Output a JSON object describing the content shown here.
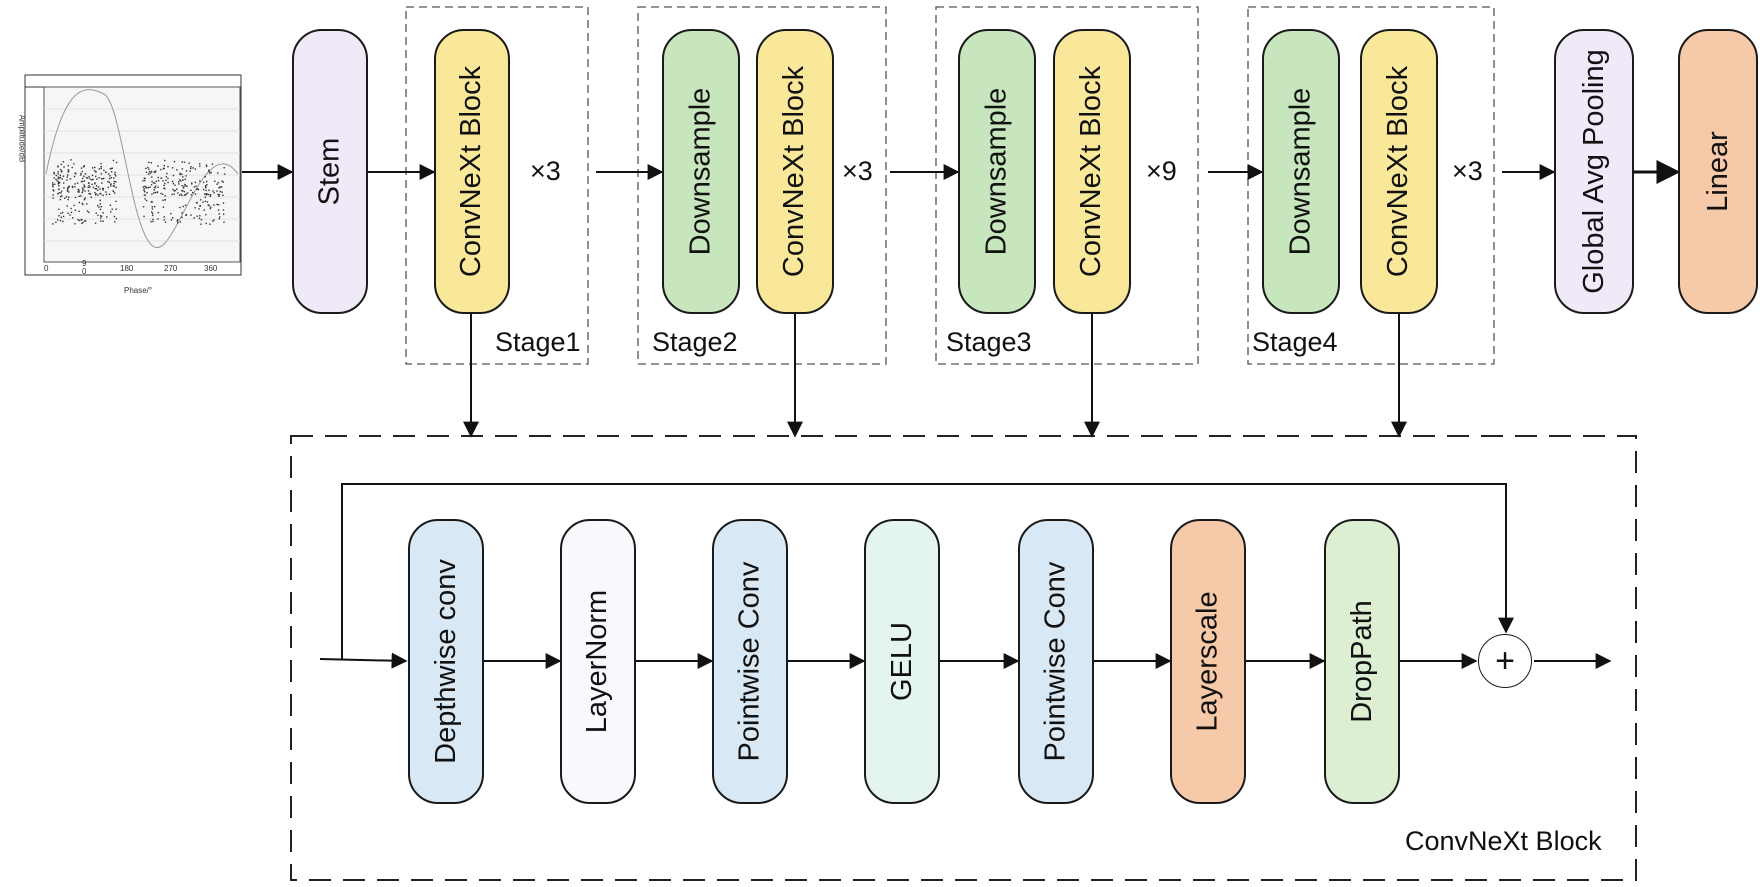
{
  "top_row": {
    "stem": "Stem",
    "stage1": {
      "label": "Stage1",
      "block": "ConvNeXt Block",
      "repeat": "×3"
    },
    "stage2": {
      "label": "Stage2",
      "downsample": "Downsample",
      "block": "ConvNeXt Block",
      "repeat": "×3"
    },
    "stage3": {
      "label": "Stage3",
      "downsample": "Downsample",
      "block": "ConvNeXt Block",
      "repeat": "×9"
    },
    "stage4": {
      "label": "Stage4",
      "downsample": "Downsample",
      "block": "ConvNeXt Block",
      "repeat": "×3"
    },
    "pool": "Global Avg Pooling",
    "linear": "Linear"
  },
  "convnext_block": {
    "title": "ConvNeXt Block",
    "layers": [
      "Depthwise conv",
      "LayerNorm",
      "Pointwise Conv",
      "GELU",
      "Pointwise Conv",
      "Layerscale",
      "DropPath"
    ],
    "add_symbol": "+"
  },
  "input_plot": {
    "x_ticks": [
      "0",
      "9\n0",
      "180",
      "270",
      "360"
    ],
    "x_label": "Phase/°",
    "y_label": "Amplitude/dB"
  },
  "colors": {
    "lavender": "#f0eaf8",
    "yellow": "#f9e89a",
    "green": "#c7e6bd",
    "blue": "#d8e8f5",
    "white_blue": "#f7f9fd",
    "mint": "#e4f4ee",
    "salmon": "#f6c9a9",
    "light_green": "#dcefd2"
  }
}
